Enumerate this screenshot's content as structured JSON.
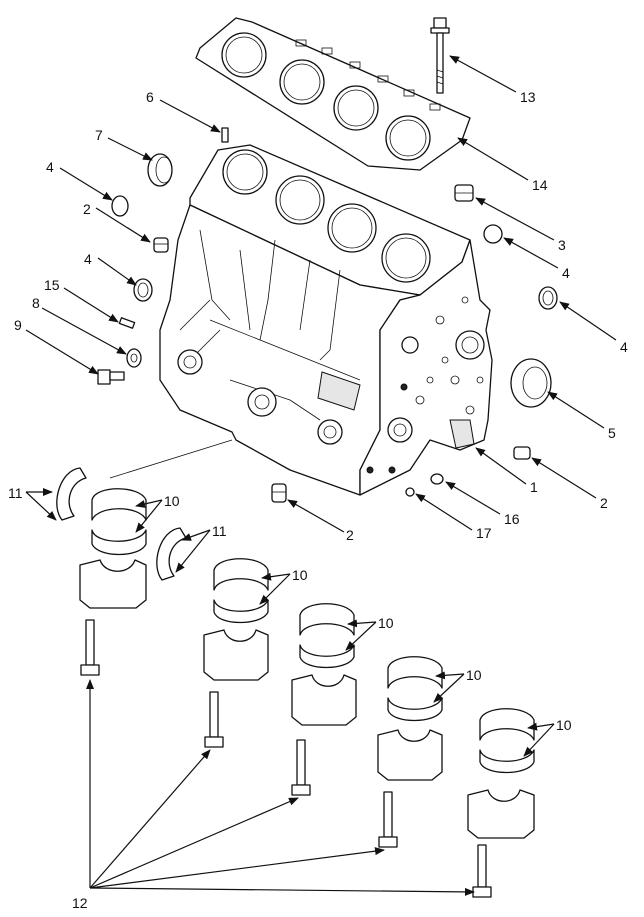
{
  "callouts": [
    {
      "id": "c13",
      "text": "13"
    },
    {
      "id": "c6",
      "text": "6"
    },
    {
      "id": "c7",
      "text": "7"
    },
    {
      "id": "c14",
      "text": "14"
    },
    {
      "id": "c4a",
      "text": "4"
    },
    {
      "id": "c2a",
      "text": "2"
    },
    {
      "id": "c3",
      "text": "3"
    },
    {
      "id": "c4b",
      "text": "4"
    },
    {
      "id": "c4c",
      "text": "4"
    },
    {
      "id": "c15",
      "text": "15"
    },
    {
      "id": "c8",
      "text": "8"
    },
    {
      "id": "c4d",
      "text": "4"
    },
    {
      "id": "c9",
      "text": "9"
    },
    {
      "id": "c5",
      "text": "5"
    },
    {
      "id": "c1",
      "text": "1"
    },
    {
      "id": "c2b",
      "text": "2"
    },
    {
      "id": "c11a",
      "text": "11"
    },
    {
      "id": "c10a",
      "text": "10"
    },
    {
      "id": "c16",
      "text": "16"
    },
    {
      "id": "c2c",
      "text": "2"
    },
    {
      "id": "c17",
      "text": "17"
    },
    {
      "id": "c11b",
      "text": "11"
    },
    {
      "id": "c10b",
      "text": "10"
    },
    {
      "id": "c10c",
      "text": "10"
    },
    {
      "id": "c10d",
      "text": "10"
    },
    {
      "id": "c10e",
      "text": "10"
    },
    {
      "id": "c12",
      "text": "12"
    }
  ]
}
